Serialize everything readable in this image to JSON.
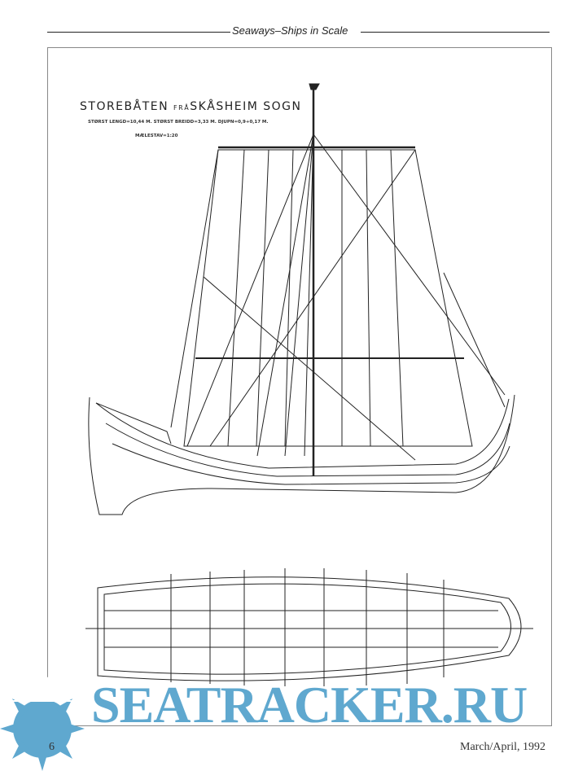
{
  "header": {
    "title": "Seaways–Ships in Scale"
  },
  "drawing": {
    "title_main": "STOREBÅTEN",
    "title_small": "FRÅ",
    "title_rest": "SKÅSHEIM SOGN",
    "dimensions": "STØRST LENGD=10,44 M.  STØRST BREIDD=3,33 M. DJUPN=0,9+0,17 M.",
    "scale": "MÆLESTAV=1:20"
  },
  "footer": {
    "page_number": "6",
    "date": "March/April, 1992"
  },
  "watermark": {
    "text": "SEATRACKER.RU",
    "color": "#5fa8cf"
  }
}
